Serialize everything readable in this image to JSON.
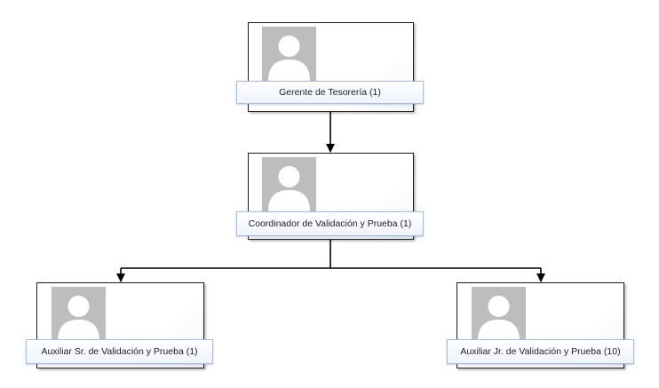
{
  "org_chart": {
    "nodes": [
      {
        "id": "gerente",
        "title": "Gerente de Tesorería (1)",
        "photo_icon": "person-placeholder-icon"
      },
      {
        "id": "coordinador",
        "title": "Coordinador de Validación y Prueba (1)",
        "photo_icon": "person-placeholder-icon"
      },
      {
        "id": "auxiliar-sr",
        "title": "Auxiliar Sr. de Validación y Prueba (1)",
        "photo_icon": "person-placeholder-icon"
      },
      {
        "id": "auxiliar-jr",
        "title": "Auxiliar Jr. de Validación y Prueba (10)",
        "photo_icon": "person-placeholder-icon"
      }
    ],
    "links": [
      {
        "from": "gerente",
        "to": "coordinador"
      },
      {
        "from": "coordinador",
        "to": "auxiliar-sr"
      },
      {
        "from": "coordinador",
        "to": "auxiliar-jr"
      }
    ],
    "colors": {
      "card_border": "#1b1b1b",
      "label_border": "#a9bedb",
      "photo_bg": "#bdbdbd",
      "photo_figure": "#ffffff",
      "connector": "#000000"
    }
  }
}
